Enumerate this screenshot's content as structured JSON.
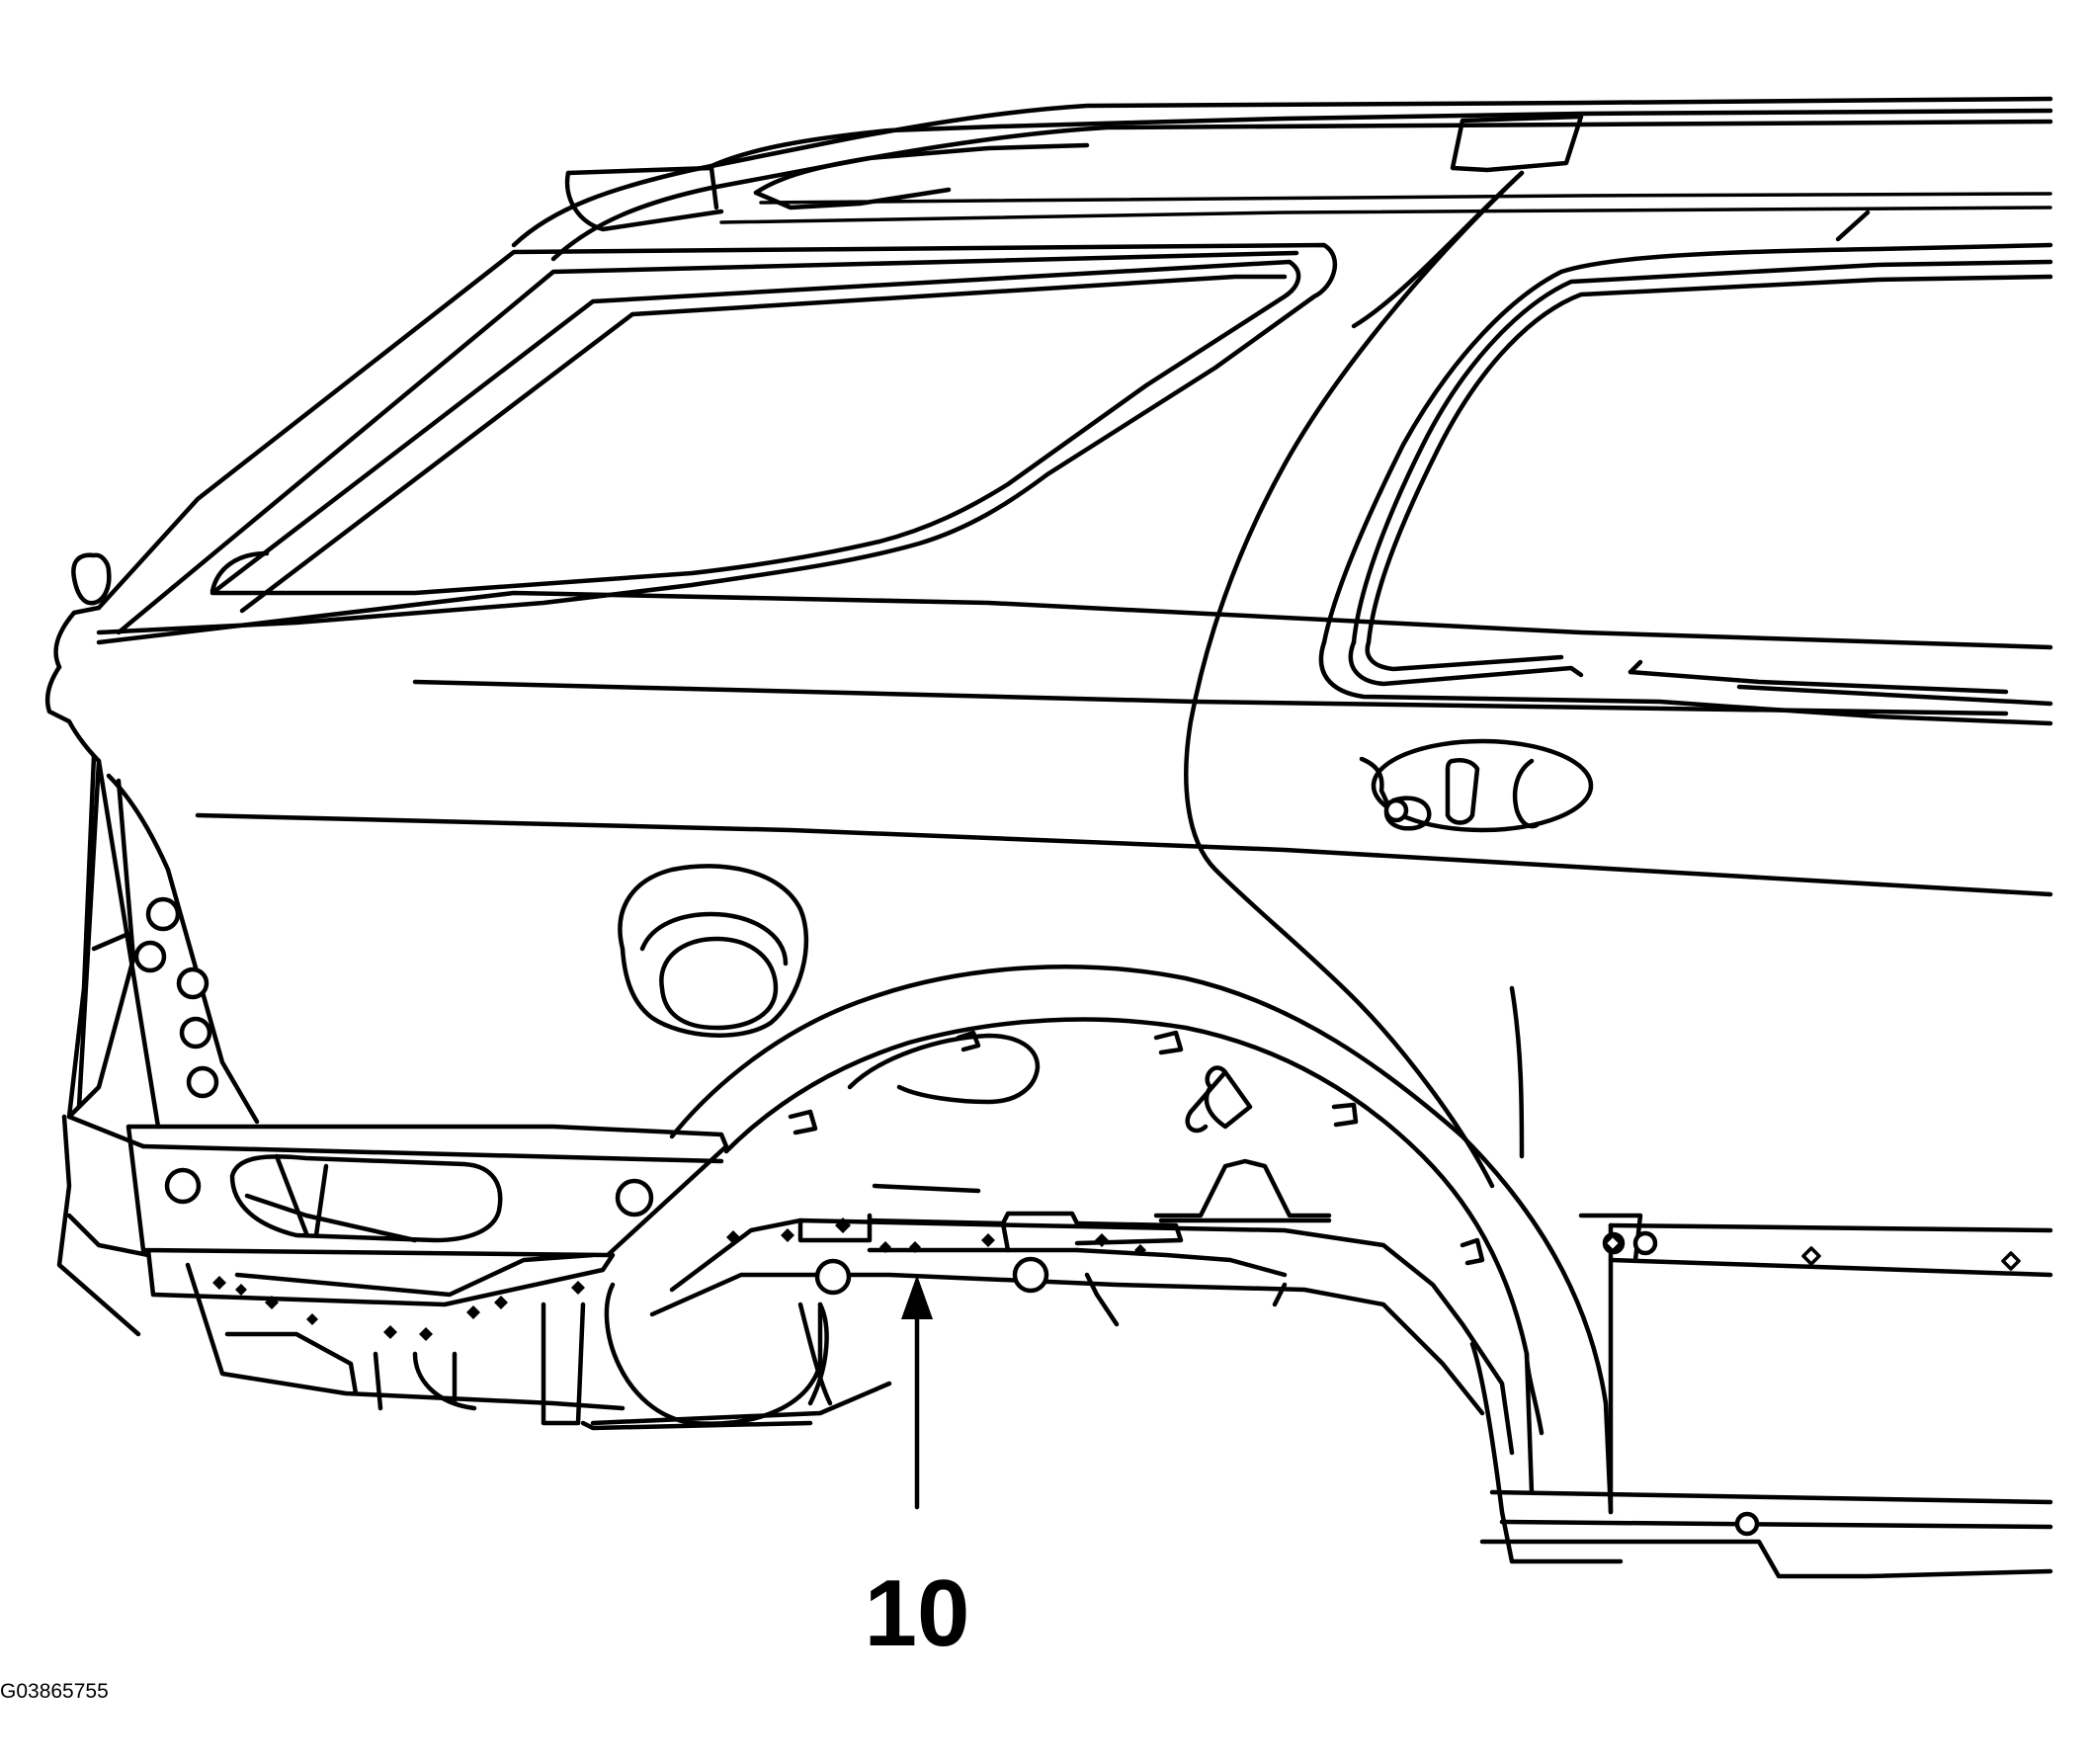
{
  "figure": {
    "callouts": [
      {
        "label": "10",
        "target": "rear-floor-side-member-weld-flange"
      }
    ],
    "figure_id": "G03865755"
  },
  "icons": {
    "arrow": "arrow-up-icon"
  }
}
